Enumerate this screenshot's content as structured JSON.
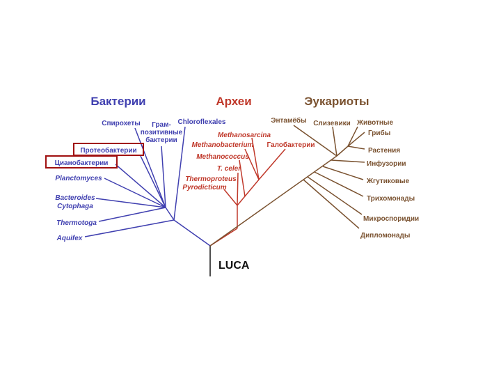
{
  "colors": {
    "bacteria": "#4040b0",
    "archaea": "#c0392b",
    "eukarya": "#7a5230",
    "luca": "#222222",
    "highlight_box": "#a01010"
  },
  "domains": {
    "bacteria": "Бактерии",
    "archaea": "Археи",
    "eukarya": "Эукариоты"
  },
  "root_label": "LUCA",
  "bacteria": {
    "spirochetes": "Спирохеты",
    "gram_positive": [
      "Грам-",
      "позитивные",
      "бактерии"
    ],
    "chloroflexales": "Chloroflexales",
    "proteobacteria": "Протеобактерии",
    "cyanobacteria": "Цианобактерии",
    "planctomyces": "Planctomyces",
    "bacteroides": [
      "Bacteroides",
      "Cytophaga"
    ],
    "thermotoga": "Thermotoga",
    "aquifex": "Aquifex"
  },
  "archaea": {
    "methanosarcina": "Methanosarcina",
    "methanobacterium": "Methanobacterium",
    "halobacteria": "Галобактерии",
    "methanococcus": "Methanococcus",
    "t_celer": "T. celer",
    "thermoproteus": "Thermoproteus",
    "pyrodicticum": "Pyrodicticum"
  },
  "eukarya": {
    "entamoebae": "Энтамёбы",
    "slime_molds": "Слизевики",
    "animals": "Животные",
    "fungi": "Грибы",
    "plants": "Растения",
    "ciliates": "Инфузории",
    "flagellates": "Жгутиковые",
    "trichomonads": "Трихомонады",
    "microsporidia": "Микроспоридии",
    "diplomonads": "Дипломонады"
  }
}
